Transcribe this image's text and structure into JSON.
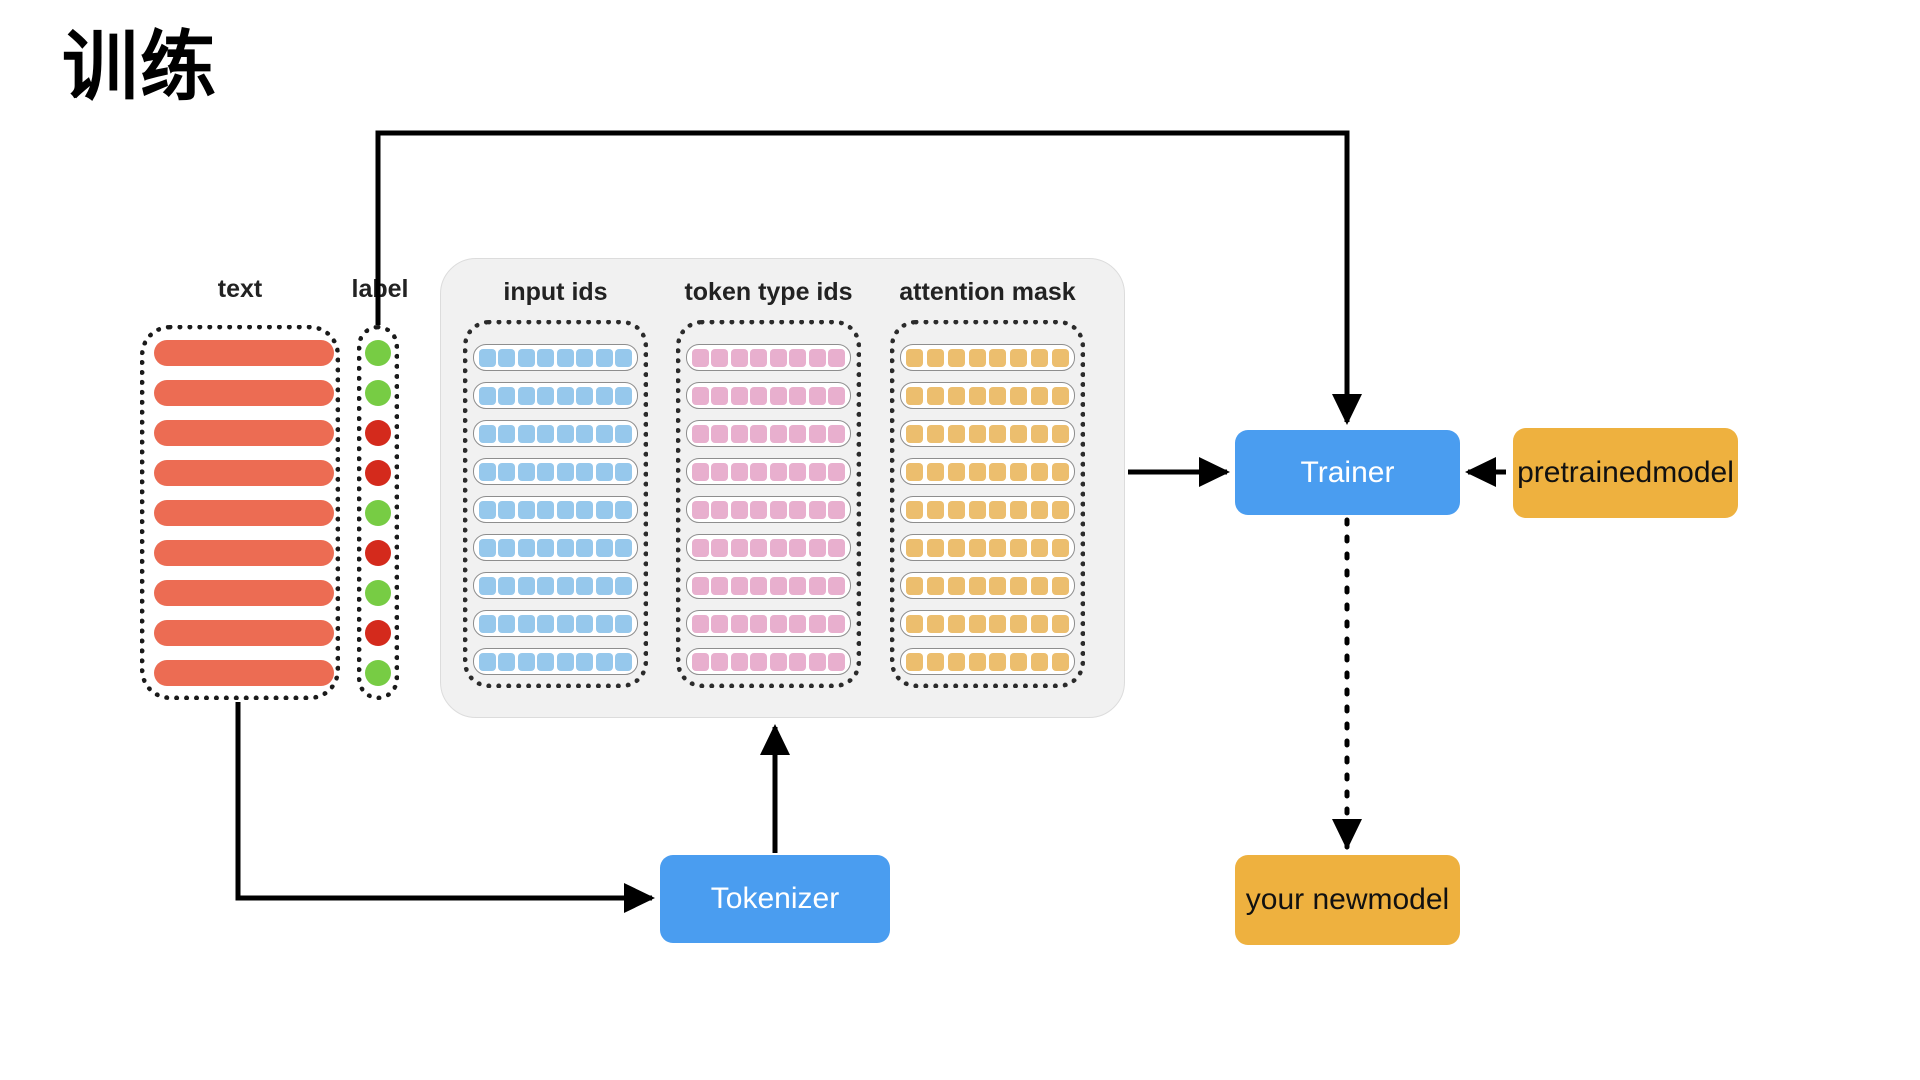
{
  "page": {
    "title": "训练",
    "background": "#ffffff"
  },
  "colors": {
    "text_bar": "#ec6c53",
    "label_positive": "#77cc44",
    "label_negative": "#d42a1c",
    "input_ids_cell": "#96c8ec",
    "token_type_ids_cell": "#e8afce",
    "attention_mask_cell": "#ecbe6e",
    "process_node": "#4a9df0",
    "model_node": "#eeb13f",
    "panel_background": "#f1f1f1",
    "connector": "#000000"
  },
  "dataset": {
    "text_column": {
      "caption": "text",
      "row_count": 9
    },
    "label_column": {
      "caption": "label",
      "values": [
        "pos",
        "pos",
        "neg",
        "neg",
        "pos",
        "neg",
        "pos",
        "neg",
        "pos"
      ]
    }
  },
  "encoded": {
    "features": [
      {
        "caption": "input ids",
        "cell_style": "blue",
        "rows": 9,
        "cells_per_row": 8
      },
      {
        "caption": "token type ids",
        "cell_style": "pink",
        "rows": 9,
        "cells_per_row": 8
      },
      {
        "caption": "attention mask",
        "cell_style": "amber",
        "rows": 9,
        "cells_per_row": 8
      }
    ]
  },
  "nodes": {
    "tokenizer": {
      "label": "Tokenizer",
      "style": "blue"
    },
    "trainer": {
      "label": "Trainer",
      "style": "blue"
    },
    "pretrained_model": {
      "label": "pretrained\nmodel",
      "style": "amber"
    },
    "new_model": {
      "label": "your new\nmodel",
      "style": "amber"
    }
  },
  "edges": [
    {
      "name": "text-to-tokenizer",
      "from": "text-column",
      "to": "tokenizer",
      "style": "solid",
      "arrow": true
    },
    {
      "name": "tokenizer-to-encoded",
      "from": "tokenizer",
      "to": "encoded-panel",
      "style": "solid",
      "arrow": true
    },
    {
      "name": "encoded-to-trainer",
      "from": "encoded-panel",
      "to": "trainer",
      "style": "solid",
      "arrow": true
    },
    {
      "name": "label-to-trainer",
      "from": "label-column",
      "to": "trainer",
      "style": "solid",
      "arrow": true
    },
    {
      "name": "pretrained-to-trainer",
      "from": "pretrained-model",
      "to": "trainer",
      "style": "solid",
      "arrow": true
    },
    {
      "name": "trainer-to-new-model",
      "from": "trainer",
      "to": "new-model",
      "style": "dotted",
      "arrow": true
    }
  ]
}
